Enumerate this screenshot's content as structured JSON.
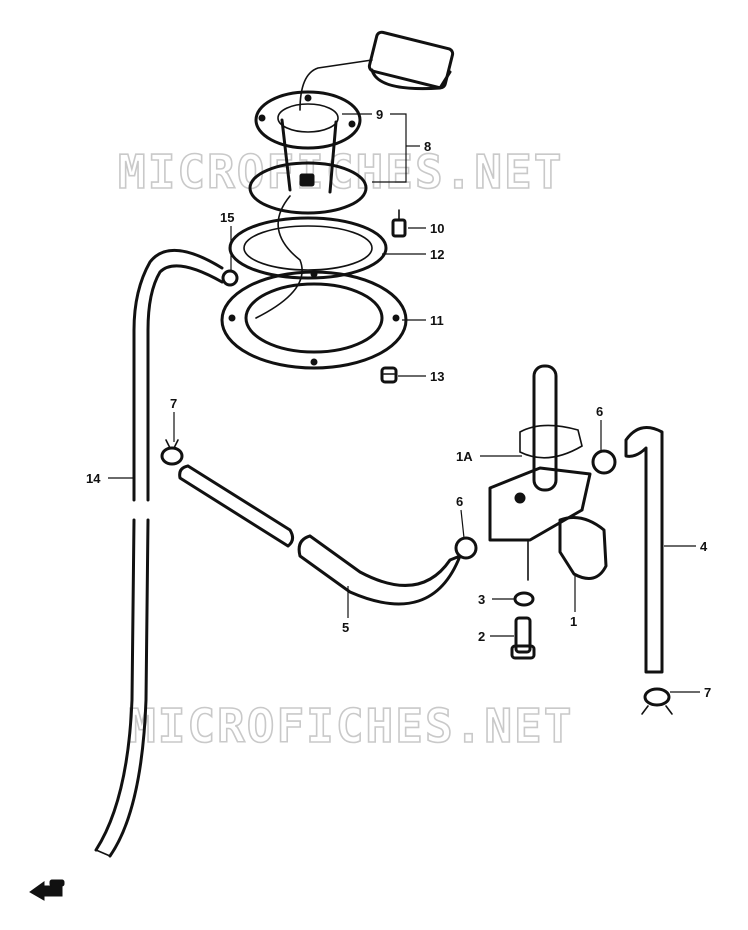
{
  "watermarks": [
    "MICROFICHES.NET",
    "MICROFICHES.NET"
  ],
  "callouts": [
    "9",
    "8",
    "10",
    "12",
    "15",
    "11",
    "13",
    "7",
    "6",
    "1A",
    "14",
    "6",
    "4",
    "3",
    "2",
    "1",
    "5",
    "7"
  ],
  "corner_mark": "FRONT-arrow-icon"
}
